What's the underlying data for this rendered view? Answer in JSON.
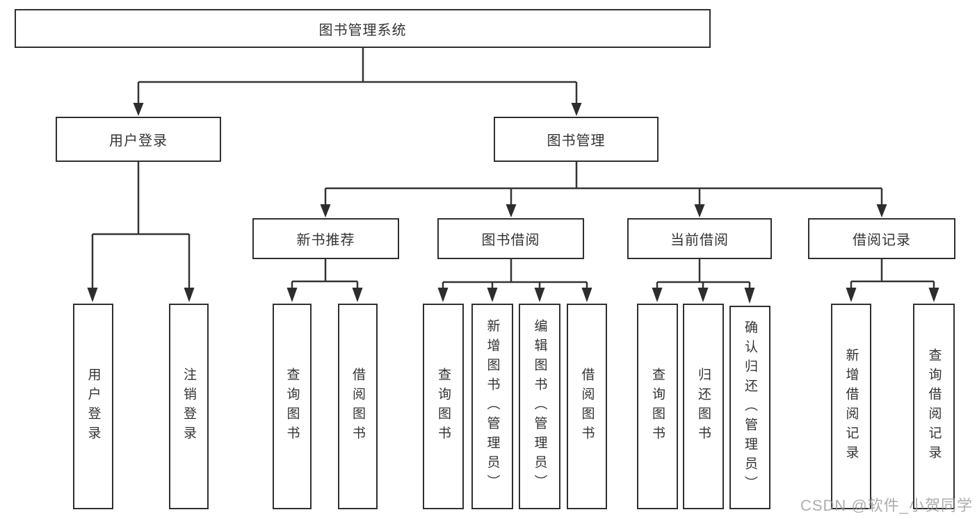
{
  "diagram": {
    "root": {
      "label": "图书管理系统"
    },
    "level2": [
      {
        "label": "用户登录"
      },
      {
        "label": "图书管理"
      }
    ],
    "modules": [
      {
        "label": "新书推荐"
      },
      {
        "label": "图书借阅"
      },
      {
        "label": "当前借阅"
      },
      {
        "label": "借阅记录"
      }
    ],
    "user_children": [
      {
        "label": "用户登录"
      },
      {
        "label": "注销登录"
      }
    ],
    "recommend_children": [
      {
        "label": "查询图书"
      },
      {
        "label": "借阅图书"
      }
    ],
    "borrow_children": [
      {
        "label": "查询图书"
      },
      {
        "label": "新增图书（管理员）"
      },
      {
        "label": "编辑图书（管理员）"
      },
      {
        "label": "借阅图书"
      }
    ],
    "current_children": [
      {
        "label": "查询图书"
      },
      {
        "label": "归还图书"
      },
      {
        "label": "确认归还（管理员）"
      }
    ],
    "record_children": [
      {
        "label": "新增借阅记录"
      },
      {
        "label": "查询借阅记录"
      }
    ]
  },
  "watermark": {
    "text": "CSDN @软件_小贺同学"
  },
  "colors": {
    "line": "#333333",
    "box_border": "#2f2f2f",
    "text": "#333333",
    "watermark_gray": "#969696",
    "background": "#ffffff"
  }
}
